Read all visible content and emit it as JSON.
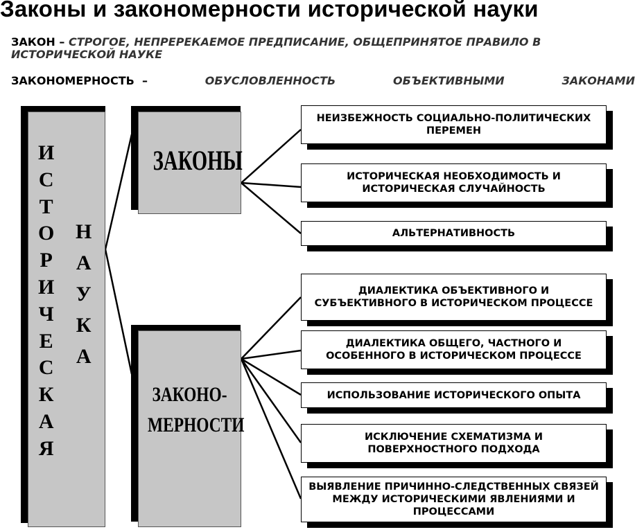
{
  "title": "Законы и закономерности исторической науки",
  "definitions": {
    "law": {
      "term": "ЗАКОН",
      "dash": "–",
      "text": "СТРОГОЕ, НЕПРЕРЕКАЕМОЕ ПРЕДПИСАНИЕ, ОБЩЕПРИНЯТОЕ ПРАВИЛО В ИСТОРИЧЕСКОЙ НАУКЕ"
    },
    "regularity": {
      "term": "ЗАКОНОМЕРНОСТЬ",
      "dash": "–",
      "words": [
        "ОБУСЛОВЛЕННОСТЬ",
        "ОБЪЕКТИВНЫМИ",
        "ЗАКОНАМИ"
      ]
    }
  },
  "diagram": {
    "root_word1_letters": [
      "И",
      "С",
      "Т",
      "О",
      "Р",
      "И",
      "Ч",
      "Е",
      "С",
      "К",
      "А",
      "Я"
    ],
    "root_word2_letters": [
      "Н",
      "А",
      "У",
      "К",
      "А"
    ],
    "laws_label": "ЗАКОНЫ",
    "regularities_label_line1": "ЗАКОНО-",
    "regularities_label_line2": "МЕРНОСТИ",
    "laws_items": [
      "НЕИЗБЕЖНОСТЬ СОЦИАЛЬНО-ПОЛИТИЧЕСКИХ ПЕРЕМЕН",
      "ИСТОРИЧЕСКАЯ НЕОБХОДИМОСТЬ И ИСТОРИЧЕСКАЯ СЛУЧАЙНОСТЬ",
      "АЛЬТЕРНАТИВНОСТЬ"
    ],
    "regularities_items": [
      "ДИАЛЕКТИКА ОБЪЕКТИВНОГО И СУБЪЕКТИВНОГО В ИСТОРИЧЕСКОМ ПРОЦЕССЕ",
      "ДИАЛЕКТИКА ОБЩЕГО, ЧАСТНОГО И ОСОБЕННОГО В ИСТОРИЧЕСКОМ ПРОЦЕССЕ",
      "ИСПОЛЬЗОВАНИЕ ИСТОРИЧЕСКОГО ОПЫТА",
      "ИСКЛЮЧЕНИЕ СХЕМАТИЗМА И ПОВЕРХНОСТНОГО ПОДХОДА",
      "ВЫЯВЛЕНИЕ ПРИЧИННО-СЛЕДСТВЕННЫХ СВЯЗЕЙ МЕЖДУ ИСТОРИЧЕСКИМИ ЯВЛЕНИЯМИ И ПРОЦЕССАМИ"
    ]
  },
  "colors": {
    "box_fill": "#c6c6c6",
    "shadow": "#000000",
    "item_fill": "#ffffff",
    "definition_text": "#333333"
  }
}
